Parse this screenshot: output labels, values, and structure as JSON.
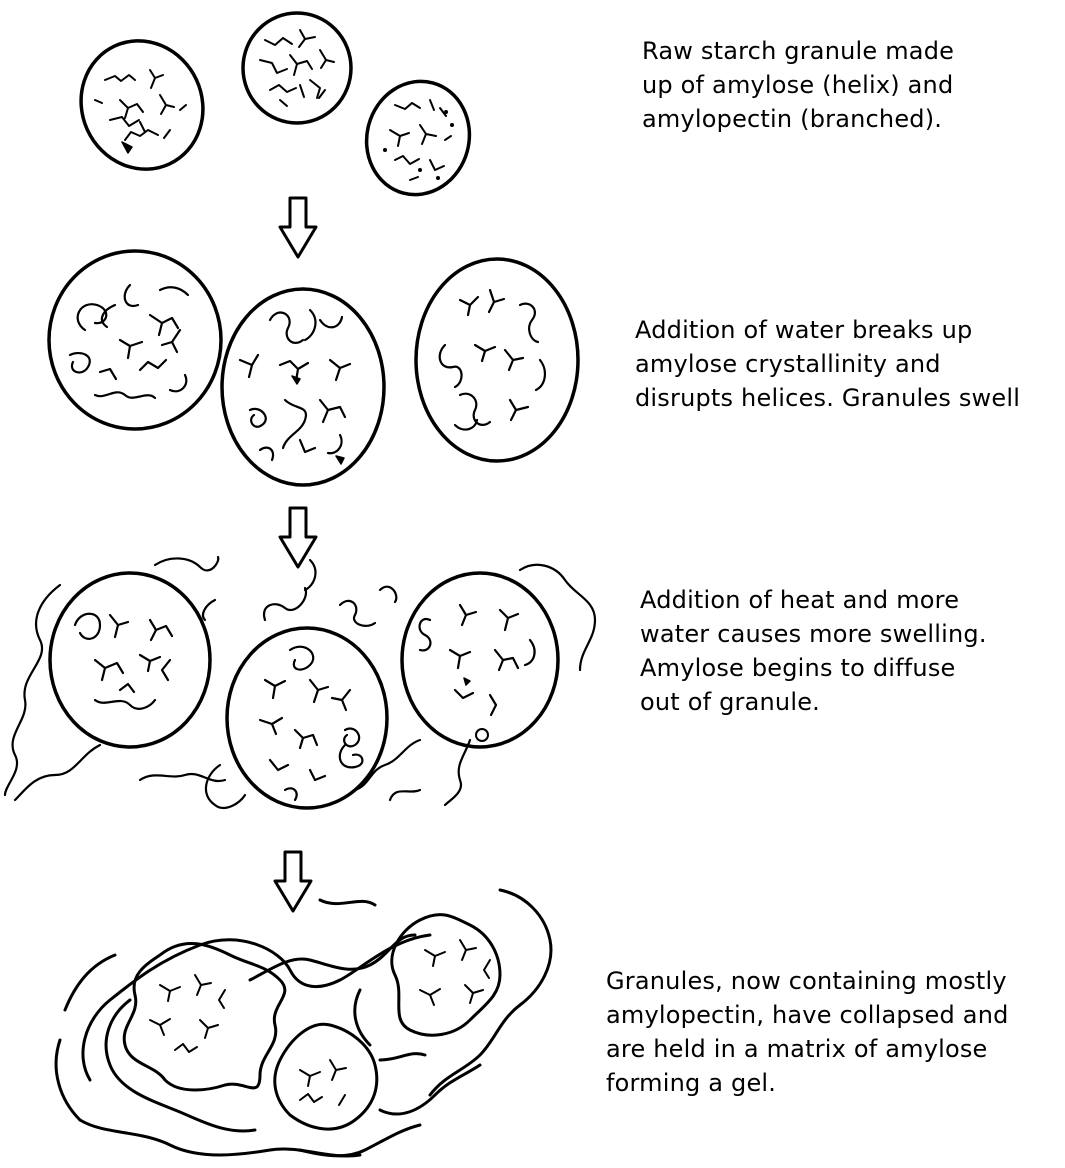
{
  "stages": [
    {
      "name": "raw",
      "caption": [
        "Raw starch granule made",
        "up of amylose (helix) and",
        "amylopectin (branched)."
      ]
    },
    {
      "name": "water",
      "caption": [
        "Addition of water breaks up",
        "amylose crystallinity and",
        "disrupts helices. Granules swell"
      ]
    },
    {
      "name": "heat",
      "caption": [
        "Addition of heat and more",
        "water causes more swelling.",
        "Amylose begins to diffuse",
        "out of granule."
      ]
    },
    {
      "name": "gel",
      "caption": [
        "Granules, now containing mostly",
        "amylopectin, have collapsed and",
        "are held in a matrix of amylose",
        "forming a gel."
      ]
    }
  ]
}
